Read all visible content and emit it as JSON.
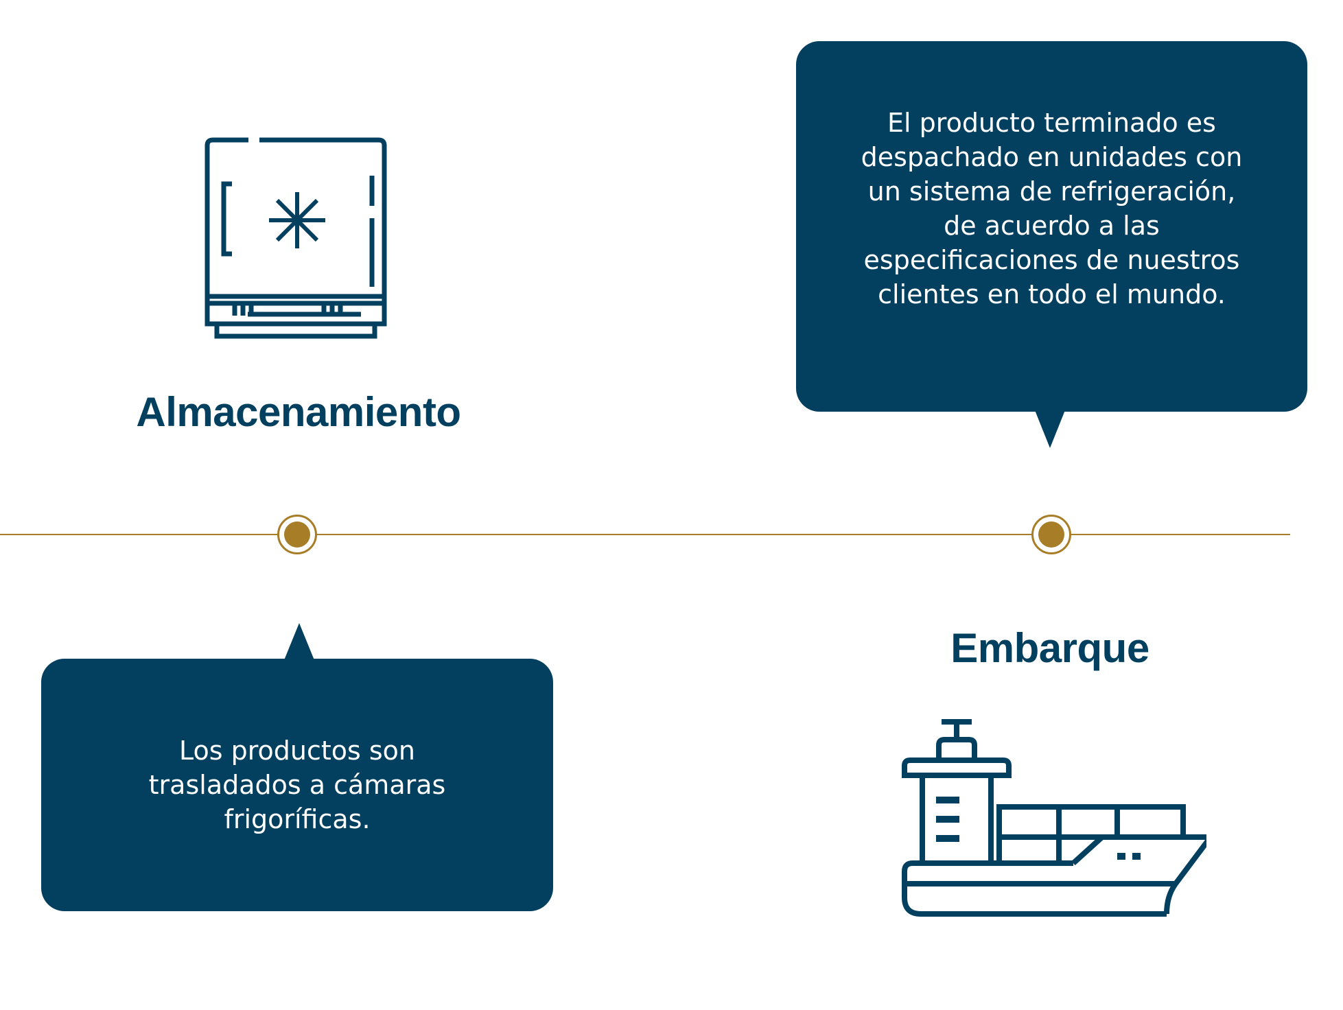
{
  "colors": {
    "primary": "#033f5e",
    "accent": "#a87d27",
    "background": "#ffffff"
  },
  "steps": [
    {
      "title": "Almacenamiento",
      "icon": "freezer-icon",
      "description": "Los productos son trasladados a cámaras frigoríficas."
    },
    {
      "title": "Embarque",
      "icon": "cargo-ship-icon",
      "description": "El producto terminado es despachado en unidades con un sistema de refrigeración, de acuerdo a las especificaciones de nuestros clientes en todo el mundo."
    }
  ]
}
